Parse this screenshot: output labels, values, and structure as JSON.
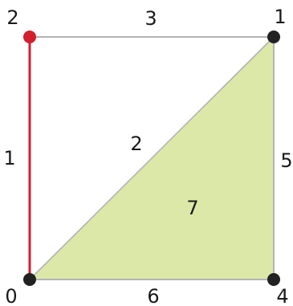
{
  "diagram": {
    "vertex_labels": {
      "v0": "0",
      "v1": "1",
      "v2": "2",
      "v4": "4"
    },
    "edge_labels": {
      "e1": "1",
      "e2": "2",
      "e3": "3",
      "e5": "5",
      "e6": "6"
    },
    "face_label": "7",
    "colors": {
      "highlight": "#d11f2d",
      "face_fill": "#dde8a6",
      "edge": "#b3b3b3",
      "vertex": "#222222"
    }
  }
}
